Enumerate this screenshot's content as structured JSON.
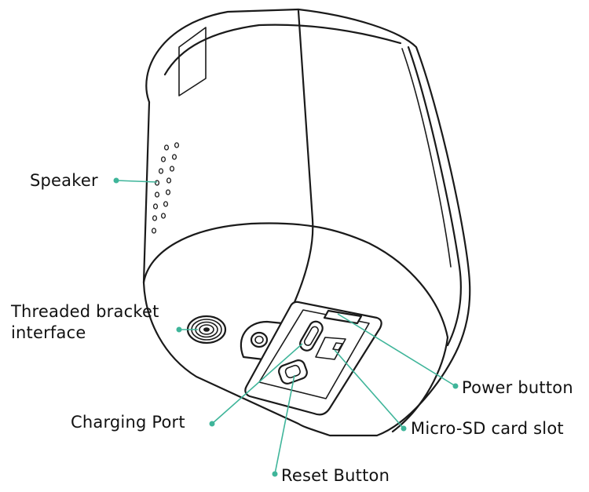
{
  "colors": {
    "accent": "#3fb59a",
    "ink": "#1a1a1a",
    "background": "#ffffff"
  },
  "labels": {
    "speaker": "Speaker",
    "threaded_line1": "Threaded bracket",
    "threaded_line2": "interface",
    "charging_port": "Charging Port",
    "reset_button": "Reset Button",
    "power_button": "Power button",
    "micro_sd": "Micro-SD card slot"
  }
}
